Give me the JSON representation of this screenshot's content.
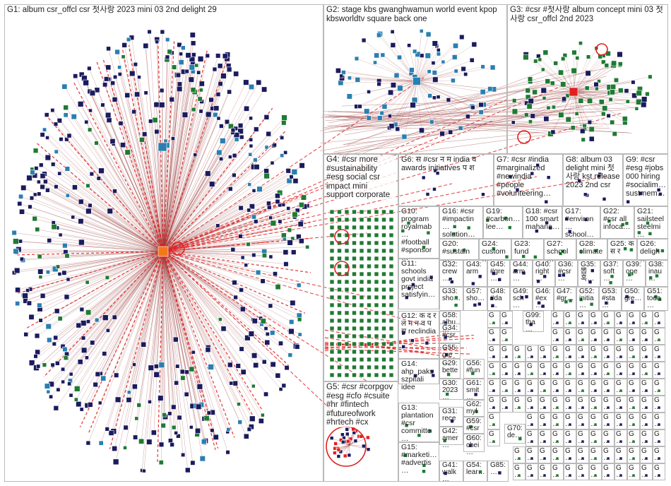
{
  "colors": {
    "edge": "#9b3b3b",
    "edge_highlight": "#e02020",
    "node_dark": "#1b1b5e",
    "node_green": "#1f7a33",
    "node_teal": "#2a7fb0",
    "box_border": "#b9b9b9",
    "hub_fill": "#f07a1a"
  },
  "groups": [
    {
      "id": "G1",
      "label": "G1: album csr_offcl csr 첫사랑 2023 mini 03 2nd delight 29"
    },
    {
      "id": "G2",
      "label": "G2: stage kbs gwanghwamun world event kpop kbsworldtv square back one"
    },
    {
      "id": "G3",
      "label": "G3: #csr #첫사랑 album concept mini 03 첫사랑 csr_offcl 2nd 2023"
    },
    {
      "id": "G4",
      "label": "G4: #csr more #sustainability #esg social csr impact mini support corporate"
    },
    {
      "id": "G5",
      "label": "G5: #csr #corpgov #esg #cfo #csuite #hr #fintech #futureofwork #hrtech #cx"
    },
    {
      "id": "G6",
      "label": "G6: स #csr न म india व awards initiatives प श"
    },
    {
      "id": "G7",
      "label": "G7: #csr #india #marginalized #newindia #people #volunteering…"
    },
    {
      "id": "G8",
      "label": "G8: album 03 delight mini 첫사랑 kst release 2023 2nd csr"
    },
    {
      "id": "G9",
      "label": "G9: #csr #esg #jobs 000 hiring #socialim… sustmem…"
    },
    {
      "id": "G10",
      "label": "G10: program royalmab… #football #sponsor…"
    },
    {
      "id": "G11",
      "label": "G11: schools govt india project satisfyin…"
    },
    {
      "id": "G12",
      "label": "G12: क द र ल म न व प स reclindia"
    },
    {
      "id": "G13",
      "label": "G13: plantation #csr committe…"
    },
    {
      "id": "G14",
      "label": "G14: ahp_paks szpitali idee"
    },
    {
      "id": "G15",
      "label": "G15: #marketi… #advertis…"
    },
    {
      "id": "G16",
      "label": "G16: #csr #impactin… solution…"
    },
    {
      "id": "G17",
      "label": "G17: #environ… school…"
    },
    {
      "id": "G18",
      "label": "G18: #csr 100 smart mahana…"
    },
    {
      "id": "G19",
      "label": "G19: #carbon… lee…"
    },
    {
      "id": "G20",
      "label": "G20: #sustain…"
    },
    {
      "id": "G21",
      "label": "G21: sailsteel steelmi…"
    },
    {
      "id": "G22",
      "label": "G22: #csr all infoca…"
    },
    {
      "id": "G23",
      "label": "G23: fund"
    },
    {
      "id": "G24",
      "label": "G24: custom…"
    },
    {
      "id": "G25",
      "label": "G25: क स र"
    },
    {
      "id": "G26",
      "label": "G26: deligh…"
    },
    {
      "id": "G27",
      "label": "G27: school…"
    },
    {
      "id": "G28",
      "label": "G28: climate"
    },
    {
      "id": "G29",
      "label": "G29: bette…"
    },
    {
      "id": "G30",
      "label": "G30: 2023…"
    },
    {
      "id": "G31",
      "label": "G31: rece…"
    },
    {
      "id": "G32",
      "label": "G32: crew…"
    },
    {
      "id": "G33",
      "label": "G33: sho…"
    },
    {
      "id": "G34",
      "label": "G34: #csr…"
    },
    {
      "id": "G35",
      "label": "G35: 뽑 혹…"
    },
    {
      "id": "G36",
      "label": "G36: #csr…"
    },
    {
      "id": "G37",
      "label": "G37: soft…"
    },
    {
      "id": "G38",
      "label": "G38: inau…"
    },
    {
      "id": "G39",
      "label": "G39: one…"
    },
    {
      "id": "G40",
      "label": "G40: right…"
    },
    {
      "id": "G41",
      "label": "G41: walk…"
    },
    {
      "id": "G42",
      "label": "G42: amer…"
    },
    {
      "id": "G43",
      "label": "G43: arm"
    },
    {
      "id": "G44",
      "label": "G44: arm…"
    },
    {
      "id": "G45",
      "label": "G45: #gre…"
    },
    {
      "id": "G46",
      "label": "G46: #ex…"
    },
    {
      "id": "G47",
      "label": "G47: #gr…"
    },
    {
      "id": "G48",
      "label": "G48: #da…"
    },
    {
      "id": "G49",
      "label": "G49: sch…"
    },
    {
      "id": "G50",
      "label": "G50: gre…"
    },
    {
      "id": "G51",
      "label": "G51: toda…"
    },
    {
      "id": "G52",
      "label": "G52: initia…"
    },
    {
      "id": "G53",
      "label": "G53: #sta…"
    },
    {
      "id": "G54",
      "label": "G54: lear…"
    },
    {
      "id": "G55",
      "label": "G55: gre…"
    },
    {
      "id": "G56",
      "label": "G56: #fun…"
    },
    {
      "id": "G57",
      "label": "G57: sho…"
    },
    {
      "id": "G58",
      "label": "G58: albu…"
    },
    {
      "id": "G59",
      "label": "G59: #csr…"
    },
    {
      "id": "G60",
      "label": "G60: chei…"
    },
    {
      "id": "G61",
      "label": "G61: smit…"
    },
    {
      "id": "G62",
      "label": "G62: myl…"
    },
    {
      "id": "G70",
      "label": "G70: de…"
    },
    {
      "id": "G85",
      "label": "G85:…"
    },
    {
      "id": "G99",
      "label": "G99: tha…"
    }
  ],
  "small_group_prefix": "G…"
}
